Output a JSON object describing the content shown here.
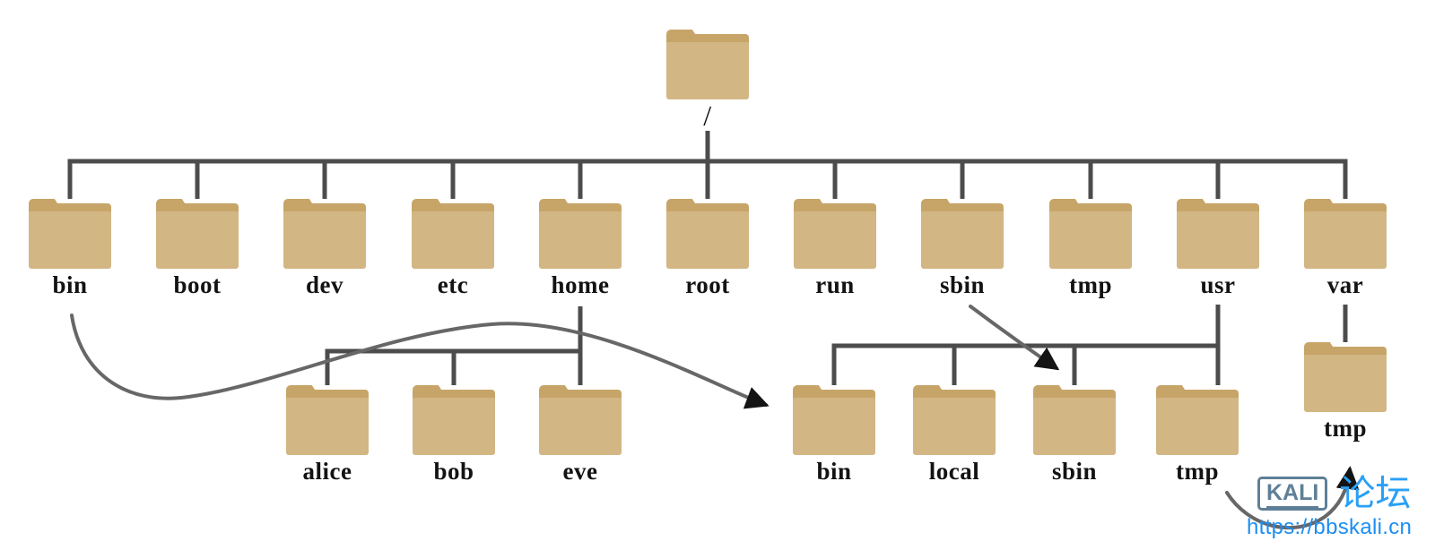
{
  "tree": {
    "root_label": "/",
    "level1": [
      "bin",
      "boot",
      "dev",
      "etc",
      "home",
      "root",
      "run",
      "sbin",
      "tmp",
      "usr",
      "var"
    ],
    "home_children": [
      "alice",
      "bob",
      "eve"
    ],
    "usr_children": [
      "bin",
      "local",
      "sbin",
      "tmp"
    ],
    "var_children": [
      "tmp"
    ]
  },
  "arrows": [
    {
      "from": "bin",
      "to": "usr/bin"
    },
    {
      "from": "sbin",
      "to": "usr/sbin"
    },
    {
      "from": "usr/tmp",
      "to": "var/tmp"
    }
  ],
  "watermark": {
    "badge": "KALI",
    "forum": "论坛",
    "url": "https://bbskali.cn"
  },
  "colors": {
    "folder_body": "#d2b684",
    "folder_tab": "#c7a568",
    "tree_line": "#4c4c4c",
    "arrow_line": "#676767",
    "arrowhead": "#141414",
    "label_text": "#131313",
    "watermark_badge": "#5e7f97",
    "watermark_blue": "#1f97f5",
    "background": "#ffffff"
  }
}
